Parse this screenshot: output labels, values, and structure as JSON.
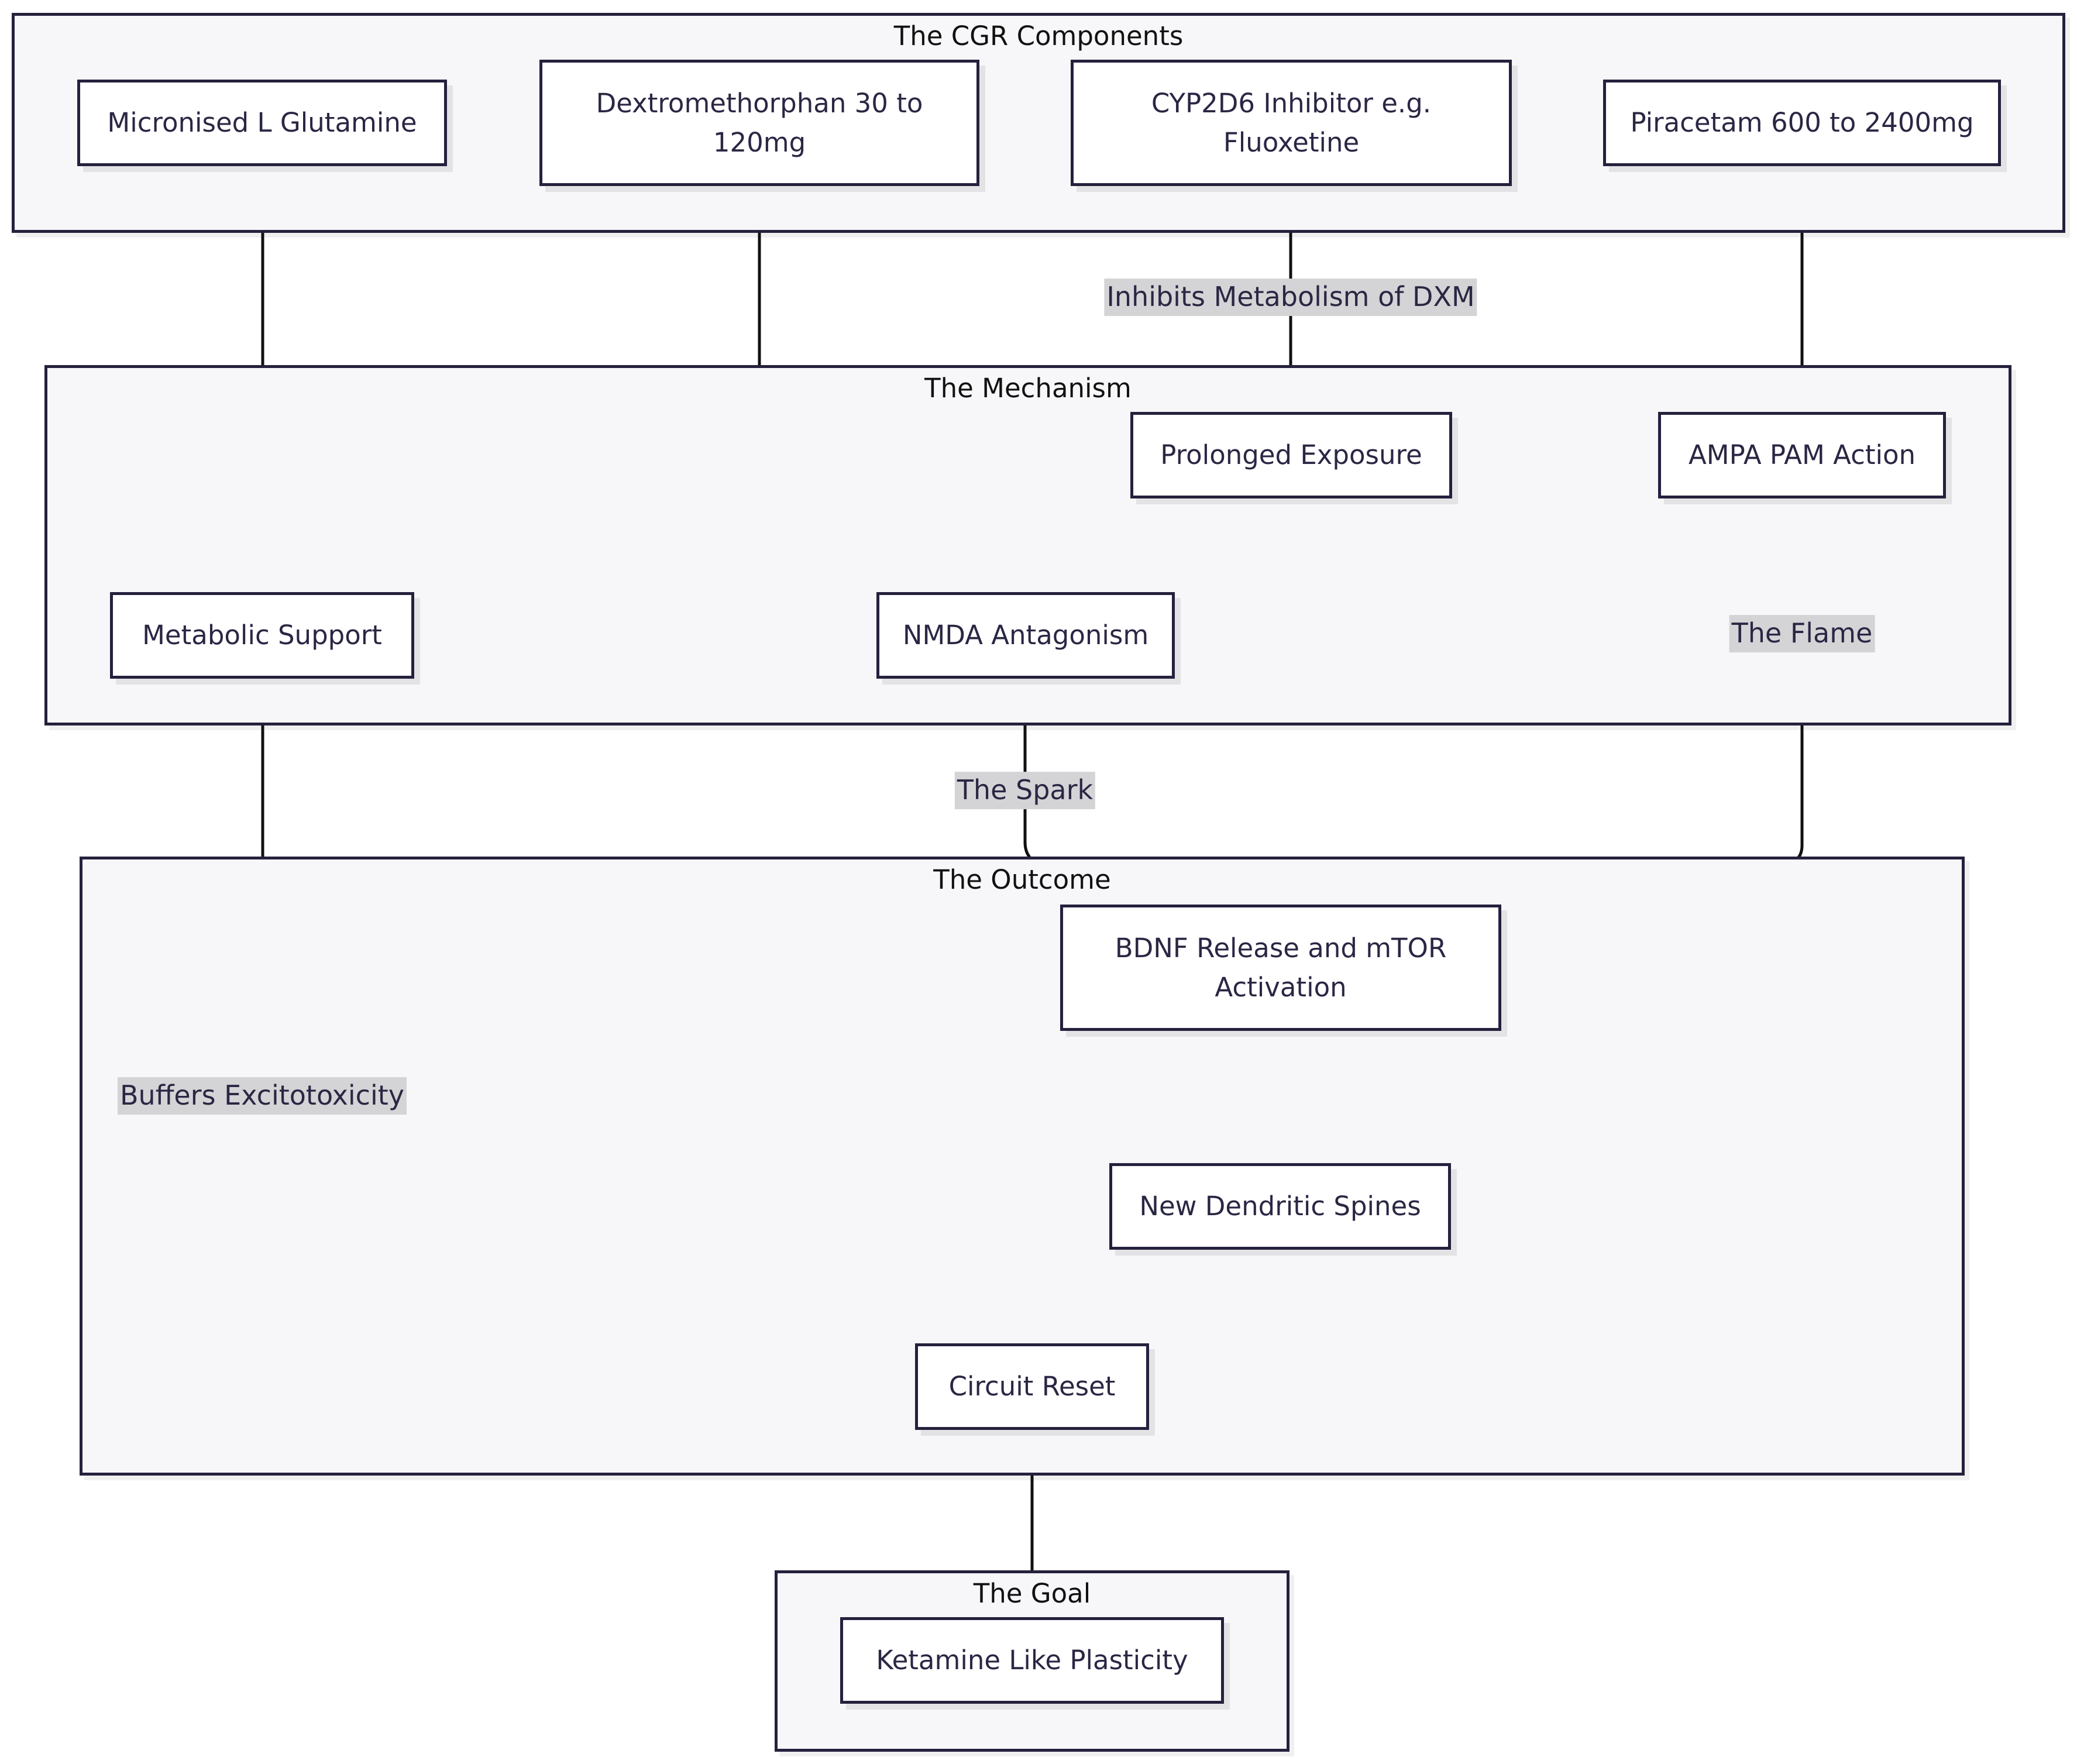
{
  "clusters": {
    "components": {
      "title": "The CGR Components"
    },
    "mechanism": {
      "title": "The Mechanism"
    },
    "outcome": {
      "title": "The Outcome"
    },
    "goal": {
      "title": "The Goal"
    }
  },
  "nodes": {
    "glutamine": "Micronised L Glutamine",
    "dxm": "Dextromethorphan 30 to 120mg",
    "cyp2d6": "CYP2D6 Inhibitor e.g. Fluoxetine",
    "piracetam": "Piracetam 600 to 2400mg",
    "exposure": "Prolonged Exposure",
    "ampa": "AMPA PAM Action",
    "metabolic": "Metabolic Support",
    "nmda": "NMDA Antagonism",
    "bdnf": "BDNF Release and mTOR Activation",
    "spines": "New Dendritic Spines",
    "circuit": "Circuit Reset",
    "ketamine": "Ketamine Like Plasticity"
  },
  "edge_labels": {
    "inhibits": "Inhibits Metabolism of DXM",
    "flame": "The Flame",
    "spark": "The Spark",
    "buffers": "Buffers Excitotoxicity"
  },
  "colors": {
    "stroke": "#24213d",
    "cluster_fill": "#f7f7f9",
    "label_fill": "#d4d4d6",
    "arrow": "#111111"
  }
}
